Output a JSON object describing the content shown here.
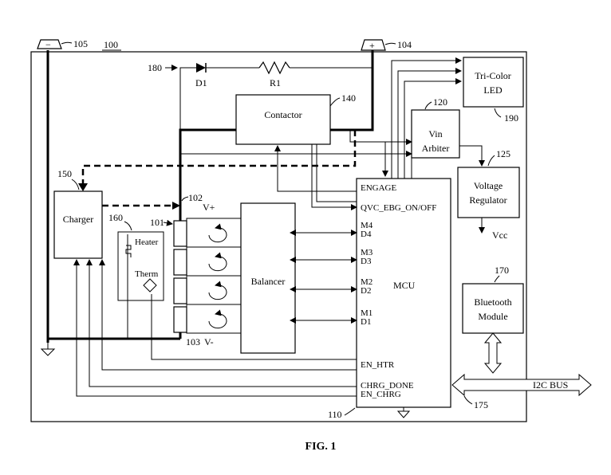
{
  "figure": {
    "caption": "FIG. 1",
    "system_ref": "100",
    "neg_terminal": {
      "symbol": "−",
      "ref": "105"
    },
    "pos_terminal": {
      "symbol": "+",
      "ref": "104"
    }
  },
  "components": {
    "charger": {
      "label": "Charger",
      "ref": "150"
    },
    "heater_block": {
      "ref": "160",
      "heater": "Heater",
      "therm": "Therm"
    },
    "contactor": {
      "label": "Contactor",
      "ref": "140"
    },
    "balancer": {
      "label": "Balancer"
    },
    "mcu": {
      "label": "MCU",
      "ref": "110",
      "pins": {
        "engage": "ENGAGE",
        "qvc": "QVC_EBG_ON/OFF",
        "m4": "M4",
        "d4": "D4",
        "m3": "M3",
        "d3": "D3",
        "m2": "M2",
        "d2": "D2",
        "m1": "M1",
        "d1": "D1",
        "en_htr": "EN_HTR",
        "chrg_done": "CHRG_DONE",
        "en_chrg": "EN_CHRG"
      }
    },
    "vin_arbiter": {
      "line1": "Vin",
      "line2": "Arbiter",
      "ref": "120"
    },
    "voltage_regulator": {
      "line1": "Voltage",
      "line2": "Regulator",
      "ref": "125",
      "out": "Vcc"
    },
    "tricolor_led": {
      "line1": "Tri-Color",
      "line2": "LED",
      "ref": "190"
    },
    "bluetooth": {
      "line1": "Bluetooth",
      "line2": "Module",
      "ref": "170"
    },
    "i2c_bus": {
      "label": "I2C BUS",
      "ref": "175"
    },
    "precharge": {
      "ref": "180",
      "diode": "D1",
      "resistor": "R1"
    },
    "battery": {
      "ref": "101",
      "vplus_ref": "102",
      "vplus": "V+",
      "vminus_ref": "103",
      "vminus": "V-"
    }
  }
}
